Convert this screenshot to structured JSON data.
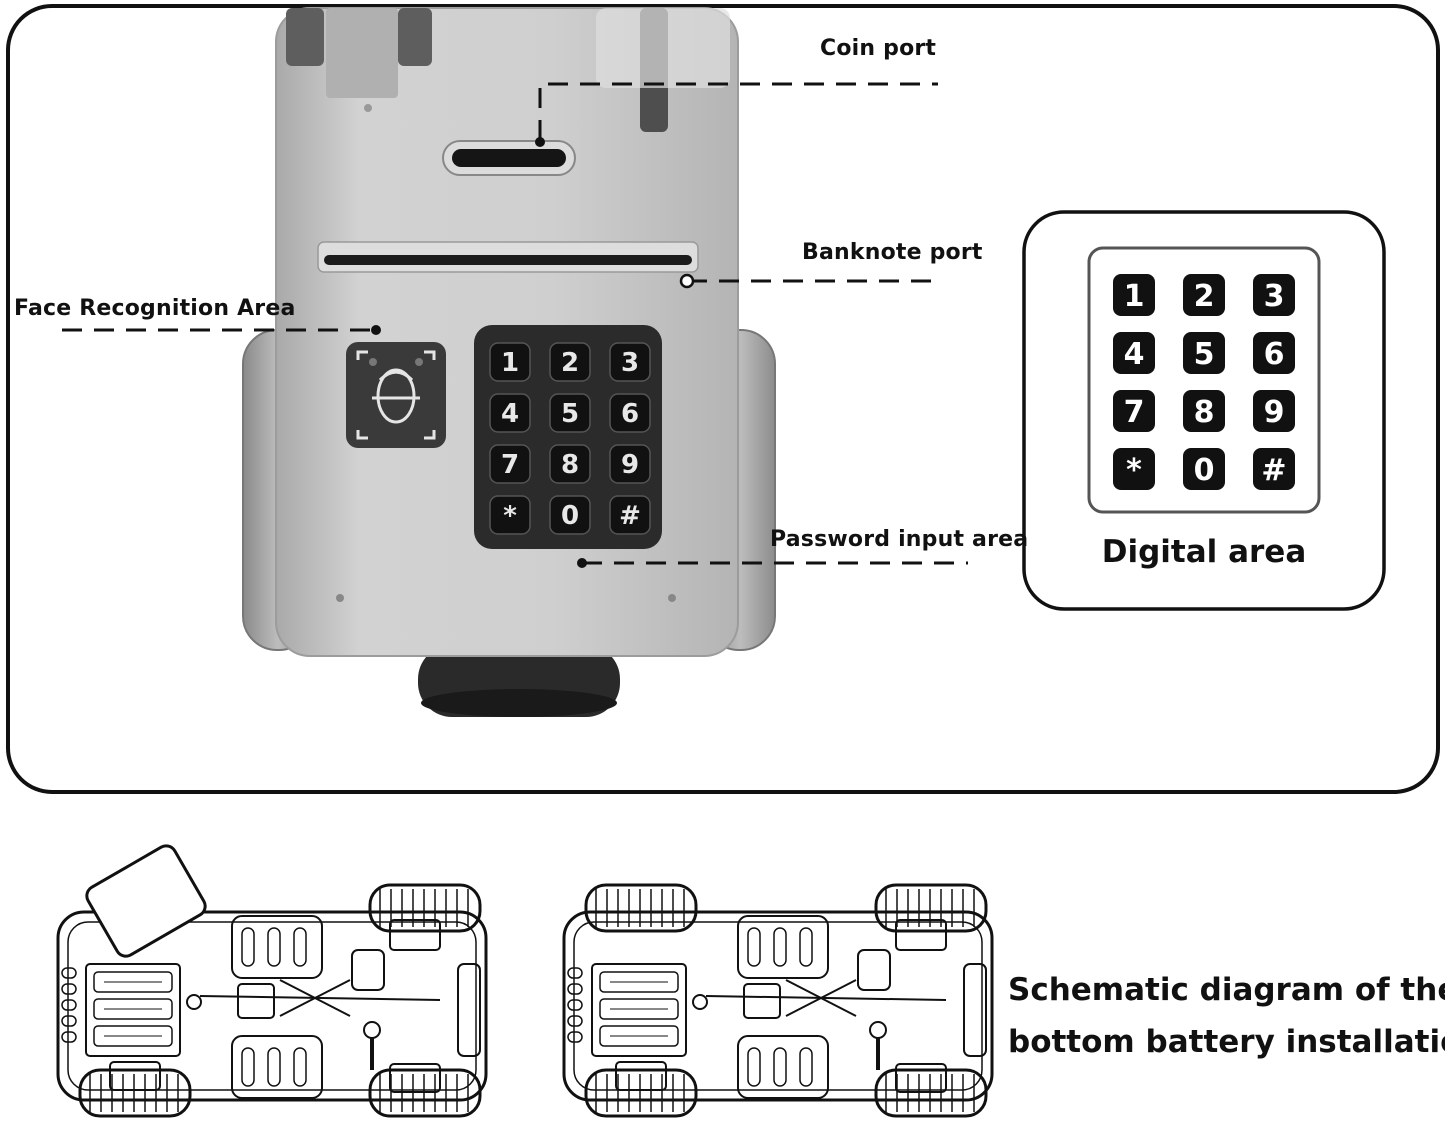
{
  "callouts": {
    "coin_port": "Coin port",
    "banknote_port": "Banknote port",
    "face_recognition": "Face Recognition Area",
    "password_input": "Password input area"
  },
  "digital_area": {
    "caption": "Digital area",
    "keys": [
      "1",
      "2",
      "3",
      "4",
      "5",
      "6",
      "7",
      "8",
      "9",
      "*",
      "0",
      "#"
    ]
  },
  "device_keypad": {
    "keys": [
      "1",
      "2",
      "3",
      "4",
      "5",
      "6",
      "7",
      "8",
      "9",
      "*",
      "0",
      "#"
    ]
  },
  "battery": {
    "caption_line1": "Schematic diagram of the",
    "caption_line2": "bottom battery installation"
  },
  "colors": {
    "device_body": "#c9c9c9",
    "keypad": "#2b2b2b",
    "frame": "#111111"
  }
}
